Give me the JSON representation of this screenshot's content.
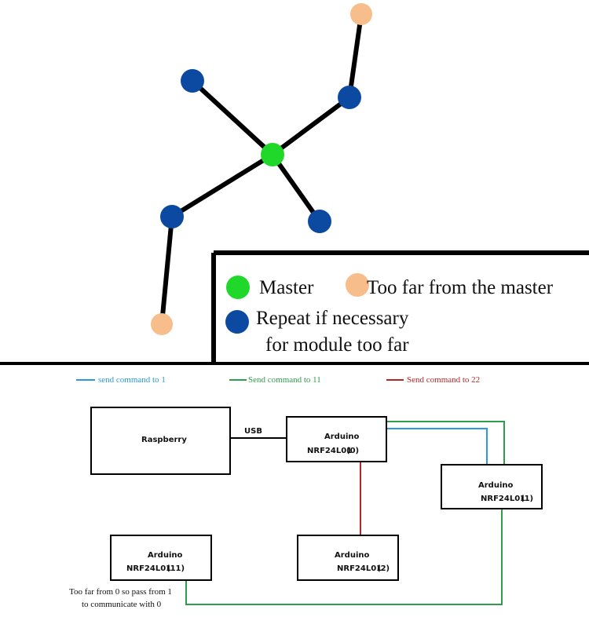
{
  "colors": {
    "master": "#1fd82a",
    "repeater": "#0b4aa0",
    "too_far": "#f7bd8b",
    "blue_link": "#2a9ad8",
    "green_link": "#2f9e4a",
    "red_link": "#b82525",
    "edge": "#000000"
  },
  "top_legend": {
    "master": "Master",
    "too_far": "Too far from the master",
    "repeat_line1": "Repeat if necessary",
    "repeat_line2": "for module too far"
  },
  "bottom_legend": {
    "blue": "send command to 1",
    "green": "Send command to 11",
    "red": "Send command to 22"
  },
  "boxes": {
    "raspberry": "Raspberry",
    "arduino0": {
      "name": "Arduino",
      "module": "NRF24L01",
      "id": "(0)"
    },
    "arduino1": {
      "name": "Arduino",
      "module": "NRF24L01",
      "id": "(1)"
    },
    "arduino2": {
      "name": "Arduino",
      "module": "NRF24L01",
      "id": "(2)"
    },
    "arduino11": {
      "name": "Arduino",
      "module": "NRF24L01",
      "id": "(11)"
    }
  },
  "usb_label": "USB",
  "note": {
    "line1": "Too far from 0 so pass from 1",
    "line2": "to communicate with 0"
  }
}
